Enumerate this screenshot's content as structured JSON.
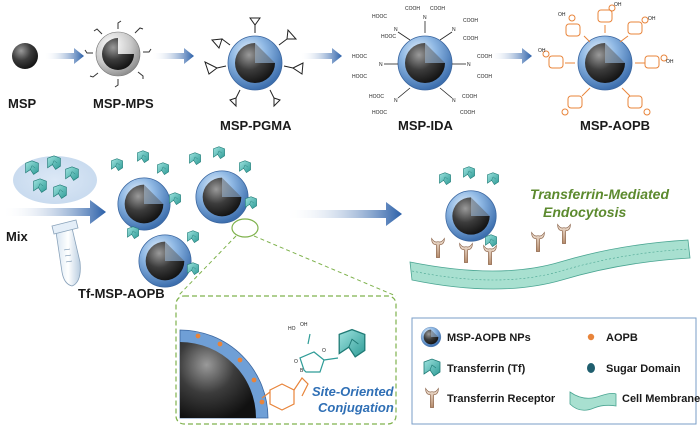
{
  "labels": {
    "msp": "MSP",
    "msp_mps": "MSP-MPS",
    "msp_pgma": "MSP-PGMA",
    "msp_ida": "MSP-IDA",
    "msp_aopb": "MSP-AOPB",
    "mix": "Mix",
    "tf_msp_aopb": "Tf-MSP-AOPB",
    "endocytosis_line1": "Transferrin-Mediated",
    "endocytosis_line2": "Endocytosis",
    "conjugation_line1": "Site-Oriented",
    "conjugation_line2": "Conjugation",
    "cooh": "COOH",
    "hooc": "HOOC",
    "n": "N",
    "oh": "OH",
    "ho": "HO",
    "b": "B",
    "o": "O"
  },
  "legend": {
    "items": [
      {
        "label": "MSP-AOPB NPs",
        "icon": "nanoparticle-icon"
      },
      {
        "label": "AOPB",
        "icon": "aopb-dot-icon"
      },
      {
        "label": "Transferrin (Tf)",
        "icon": "transferrin-icon"
      },
      {
        "label": "Sugar Domain",
        "icon": "sugar-domain-icon"
      },
      {
        "label": "Transferrin Receptor",
        "icon": "receptor-icon"
      },
      {
        "label": "Cell Membrane",
        "icon": "membrane-icon"
      }
    ]
  },
  "colors": {
    "shell_blue": "#6f9fd6",
    "core_dark": "#333333",
    "arrow_blue": "#2a5fa8",
    "tf_teal": "#4bb5b0",
    "aopb_orange": "#e8843a",
    "receptor_tan": "#c9a58a",
    "membrane_green": "#8fd0c0",
    "text_green": "#5c8a2e",
    "text_blue": "#2f6fb5",
    "dashed_green": "#7fb24d"
  }
}
